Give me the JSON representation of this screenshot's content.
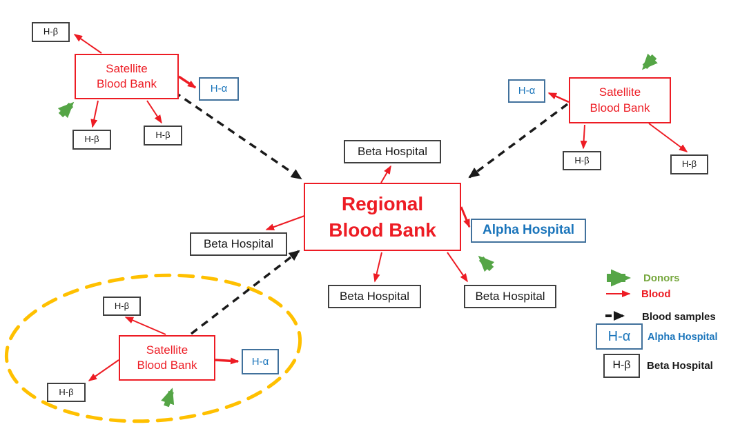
{
  "labels": {
    "satellite_line1": "Satellite",
    "satellite_line2": "Blood Bank",
    "regional_line1": "Regional",
    "regional_line2": "Blood Bank",
    "beta_hospital": "Beta Hospital",
    "alpha_hospital": "Alpha Hospital",
    "h_alpha": "H-α",
    "h_beta": "H-β"
  },
  "legend": {
    "donors": "Donors",
    "blood": "Blood",
    "blood_samples": "Blood samples",
    "h_alpha": "H-α",
    "alpha_hospital": "Alpha Hospital",
    "h_beta": "H-β",
    "beta_hospital": "Beta Hospital"
  },
  "colors": {
    "blood_red": "#ED1C24",
    "alpha_blue_text": "#1B75BB",
    "alpha_blue_border": "#41719C",
    "donor_green": "#55A546",
    "donors_text_green": "#76A73D",
    "group_outline_orange": "#FFC000",
    "beta_black": "#3f3f3f"
  }
}
